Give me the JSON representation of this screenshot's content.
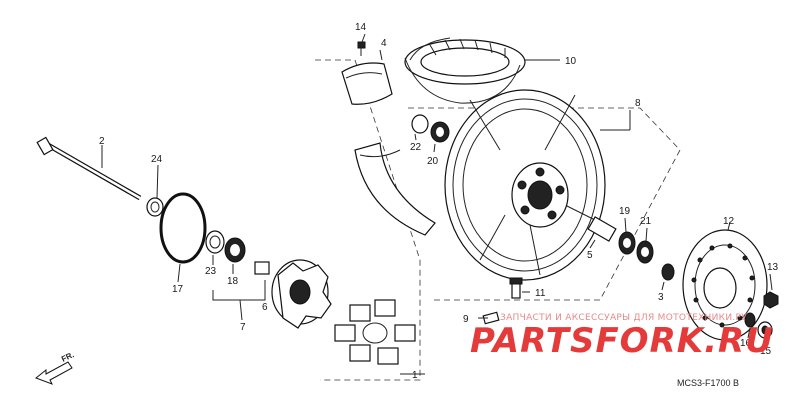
{
  "diagram_code": "MCS3-F1700 B",
  "watermark": {
    "tagline": "ЗАПЧАСТИ И АКСЕССУАРЫ ДЛЯ МОТОТЕХНИКИ.РУ",
    "logo": "PARTSFORK.RU"
  },
  "direction_label": "FR.",
  "callouts": [
    {
      "id": "1",
      "text": "1"
    },
    {
      "id": "2",
      "text": "2"
    },
    {
      "id": "3",
      "text": "3"
    },
    {
      "id": "4",
      "text": "4"
    },
    {
      "id": "5",
      "text": "5"
    },
    {
      "id": "6",
      "text": "6"
    },
    {
      "id": "7",
      "text": "7"
    },
    {
      "id": "8",
      "text": "8"
    },
    {
      "id": "9",
      "text": "9"
    },
    {
      "id": "10",
      "text": "10"
    },
    {
      "id": "11",
      "text": "11"
    },
    {
      "id": "12",
      "text": "12"
    },
    {
      "id": "13",
      "text": "13"
    },
    {
      "id": "14",
      "text": "14"
    },
    {
      "id": "15",
      "text": "15"
    },
    {
      "id": "16",
      "text": "16"
    },
    {
      "id": "17",
      "text": "17"
    },
    {
      "id": "18",
      "text": "18"
    },
    {
      "id": "19",
      "text": "19"
    },
    {
      "id": "20",
      "text": "20"
    },
    {
      "id": "21",
      "text": "21"
    },
    {
      "id": "22",
      "text": "22"
    },
    {
      "id": "23",
      "text": "23"
    },
    {
      "id": "24",
      "text": "24"
    }
  ],
  "colors": {
    "line": "#222222",
    "watermark": "#e53a3a",
    "background": "#ffffff"
  }
}
